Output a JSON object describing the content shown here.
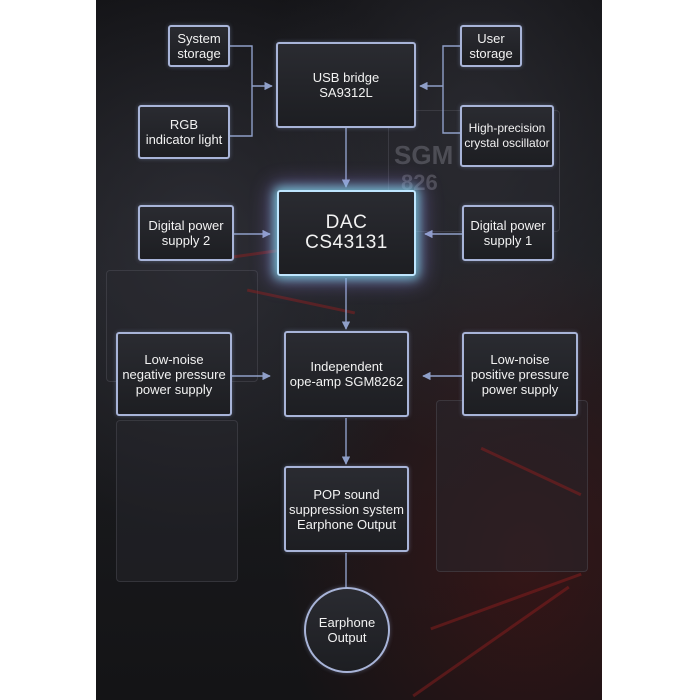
{
  "diagram": {
    "nodes": {
      "system_storage": "System\nstorage",
      "user_storage": "User\nstorage",
      "usb_bridge": "USB bridge\nSA9312L",
      "rgb_indicator": "RGB\nindicator light",
      "crystal_oscillator": "High-precision\ncrystal oscillator",
      "dac": "DAC\nCS43131",
      "digital_power_2": "Digital power\nsupply 2",
      "digital_power_1": "Digital power\nsupply 1",
      "neg_power": "Low-noise\nnegative pressure\npower supply",
      "op_amp": "Independent\nope-amp SGM8262",
      "pos_power": "Low-noise\npositive pressure\npower supply",
      "pop_suppression": "POP sound\nsuppression system\nEarphone Output",
      "earphone_output": "Earphone\nOutput"
    },
    "colors": {
      "box_border": "#a8b4d8",
      "dac_glow": "#78dce6",
      "arrow": "#8f9fc8"
    }
  }
}
